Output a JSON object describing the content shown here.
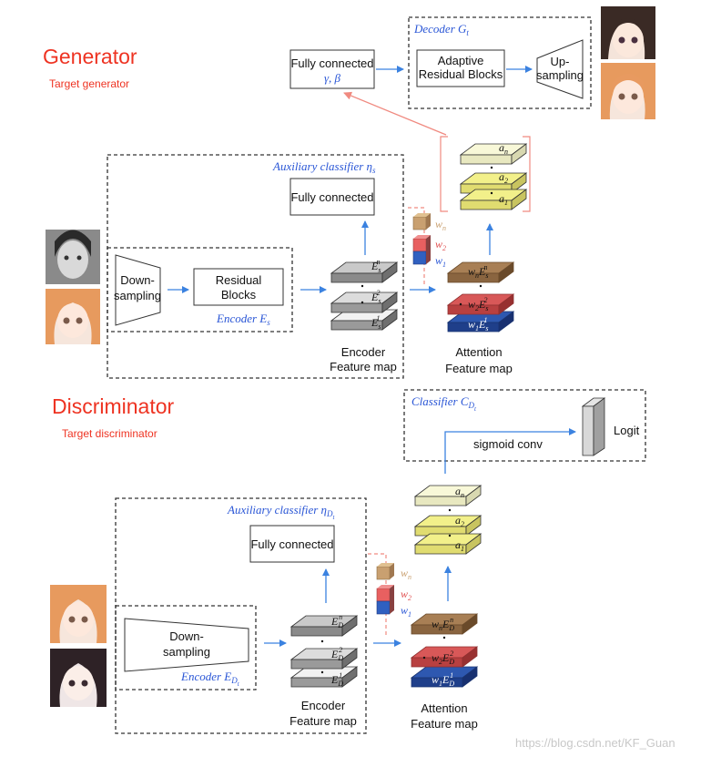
{
  "generator": {
    "title": "Generator",
    "subtitle": "Target generator",
    "fc_gamma_label": "Fully connected",
    "fc_gamma_params": "γ, β",
    "decoder_label": "Decoder G",
    "decoder_sub": "t",
    "adaptive_line1": "Adaptive",
    "adaptive_line2": "Residual Blocks",
    "upsampling_line1": "Up-",
    "upsampling_line2": "sampling",
    "aux_label": "Auxiliary classifier η",
    "aux_sub": "s",
    "fc_label": "Fully connected",
    "downsampling_line1": "Down-",
    "downsampling_line2": "sampling",
    "residual_line1": "Residual",
    "residual_line2": "Blocks",
    "encoder_label": "Encoder E",
    "encoder_sub": "s",
    "enc_map_line1": "Encoder",
    "enc_map_line2": "Feature map",
    "att_map_line1": "Attention",
    "att_map_line2": "Feature map",
    "weights": [
      "w",
      "w",
      "w"
    ],
    "weight_subs": [
      "n",
      "2",
      "1"
    ]
  },
  "discriminator": {
    "title": "Discriminator",
    "subtitle": "Target discriminator",
    "classifier_label": "Classifier C",
    "classifier_sub": "D",
    "classifier_subsub": "t",
    "logit_label": "Logit",
    "sigmoid_label": "sigmoid conv",
    "aux_label": "Auxiliary classifier η",
    "aux_sub": "D",
    "aux_subsub": "t",
    "fc_label": "Fully connected",
    "downsampling_line1": "Down-",
    "downsampling_line2": "sampling",
    "encoder_label": "Encoder E",
    "encoder_sub": "D",
    "encoder_subsub": "t",
    "enc_map_line1": "Encoder",
    "enc_map_line2": "Feature map",
    "att_map_line1": "Attention",
    "att_map_line2": "Feature map",
    "weights": [
      "w",
      "w",
      "w"
    ],
    "weight_subs": [
      "n",
      "2",
      "1"
    ]
  },
  "watermark": "https://blog.csdn.net/KF_Guan",
  "colors": {
    "red_title": "#ee3322",
    "blue_label": "#2a56d6",
    "arrow_blue": "#3b82e0",
    "arrow_red": "#f08a80",
    "layer_gray": "#c9c9c9",
    "layer_yellow": "#f2f08a",
    "layer_cream": "#f8f8d8",
    "cube_tan": "#c9a070",
    "cube_red": "#e86060",
    "cube_blue": "#3060c0",
    "layer_brown": "#a87f55",
    "layer_red": "#d85858",
    "layer_blue": "#2e58b0"
  }
}
